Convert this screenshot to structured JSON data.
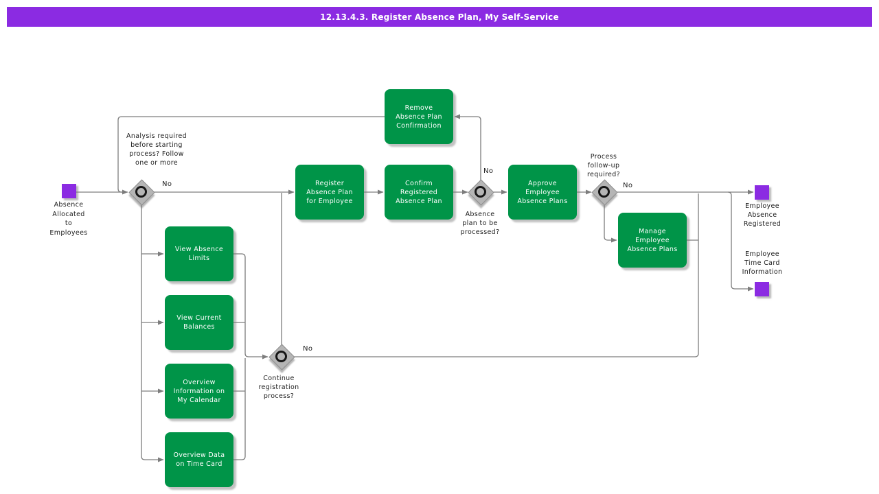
{
  "title_bar": {
    "text": "12.13.4.3. Register Absence Plan, My Self-Service"
  },
  "events": {
    "start": {
      "label": "Absence\nAllocated\nto\nEmployees"
    },
    "end_registered": {
      "label": "Employee\nAbsence\nRegistered"
    },
    "end_timecard": {
      "label": "Employee\nTime Card\nInformation"
    }
  },
  "tasks": {
    "view_absence_limits": {
      "label": "View Absence\nLimits"
    },
    "view_current_balances": {
      "label": "View Current\nBalances"
    },
    "overview_calendar": {
      "label": "Overview\nInformation on\nMy Calendar"
    },
    "overview_timecard": {
      "label": "Overview Data\non Time Card"
    },
    "register_plan": {
      "label": "Register\nAbsence Plan\nfor Employee"
    },
    "confirm_plan": {
      "label": "Confirm\nRegistered\nAbsence Plan"
    },
    "remove_confirmation": {
      "label": "Remove\nAbsence Plan\nConfirmation"
    },
    "approve_plans": {
      "label": "Approve\nEmployee\nAbsence Plans"
    },
    "manage_plans": {
      "label": "Manage\nEmployee\nAbsence Plans"
    }
  },
  "gateways": {
    "analysis_required": {
      "question": "Analysis required\nbefore starting\nprocess? Follow\none or more",
      "branch_label": "No"
    },
    "continue_registration": {
      "question": "Continue\nregistration\nprocess?",
      "branch_label": "No"
    },
    "absence_processed": {
      "question": "Absence\nplan to be\nprocessed?",
      "branch_label": "No"
    },
    "followup_required": {
      "question": "Process\nfollow-up\nrequired?",
      "branch_label": "No"
    }
  },
  "colors": {
    "accent_purple": "#8B2BE2",
    "task_green": "#009448",
    "connector_gray": "#7d7d7d",
    "gateway_gray": "#b5b5b5"
  }
}
